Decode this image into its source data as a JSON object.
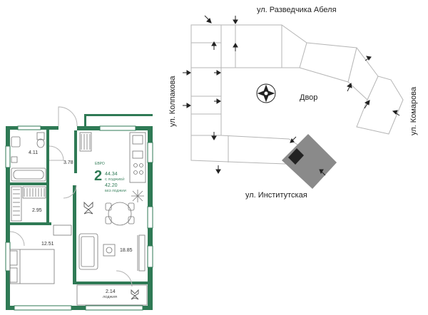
{
  "colors": {
    "wall": "#2f7a55",
    "wall_dark": "#2c6e4d",
    "building_fill": "#8a8a8a",
    "building_block": "#222222",
    "line": "#b5b5b5"
  },
  "site_plan": {
    "streets": {
      "north": "ул. Разведчика Абеля",
      "west": "ул. Колпакова",
      "east": "ул. Комарова",
      "south": "ул. Институтская"
    },
    "yard_label": "Двор",
    "compass_icon": "compass-rose-icon"
  },
  "apartment": {
    "rooms": {
      "kitchen_living": "18.85",
      "bedroom": "12.51",
      "bathroom": "4.11",
      "hallway": "3.78",
      "storage": "2.95",
      "loggia": "2.14",
      "loggia_label": "ЛОДЖИЯ"
    },
    "info": {
      "euro_label": "ЕВРО",
      "rooms_count": "2",
      "area_with_loggia": "44.34",
      "with_loggia_label": "С ЛОДЖИЕЙ",
      "area_without_loggia": "42.20",
      "without_loggia_label": "БЕЗ ЛОДЖИИ"
    }
  }
}
